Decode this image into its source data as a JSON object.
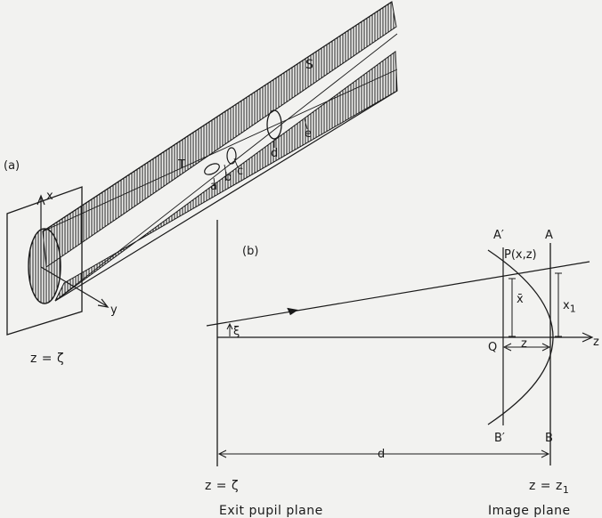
{
  "labels": {
    "panel_a": "(a)",
    "panel_b": "(b)",
    "point_T": "T",
    "point_S": "S",
    "point_a": "a",
    "point_b": "b",
    "point_c": "c",
    "point_d": "d",
    "point_e": "e",
    "axis_x_a": "x",
    "axis_y_a": "y",
    "plane_a": "z = ζ",
    "point_A_prime": "A′",
    "point_A": "A",
    "point_P": "P(x,z)",
    "xbar": "x̄",
    "x1": "x",
    "x1_sub": "1",
    "xi": "ξ",
    "point_Q": "Q",
    "z_dist": "z",
    "axis_z_b": "z",
    "point_B_prime": "B′",
    "point_B": "B",
    "distance_d": "d",
    "plane_left": "z = ζ",
    "plane_right": "z = z",
    "plane_right_sub": "1",
    "caption_left": "Exit pupil plane",
    "caption_right": "Image plane"
  },
  "colors": {
    "ink": "#1a1a1a",
    "paper": "#f2f2f0"
  }
}
